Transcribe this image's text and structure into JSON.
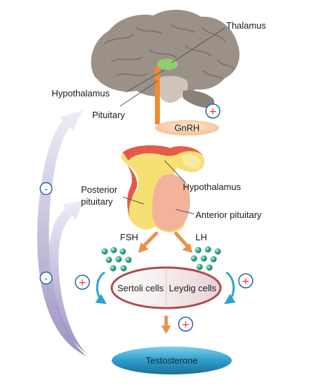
{
  "labels": {
    "thalamus": "Thalamus",
    "hypothalamus_brain": "Hypothalamus",
    "pituitary_brain": "Pituitary",
    "gnrh": "GnRH",
    "hypothalamus_gland": "Hypothalamus",
    "posterior_pituitary": "Posterior pituitary",
    "anterior_pituitary": "Anterior pituitary",
    "fsh": "FSH",
    "lh": "LH",
    "sertoli_cells": "Sertoli cells",
    "leydig_cells": "Leydig cells",
    "testosterone": "Testosterone"
  },
  "signs": {
    "plus": "+",
    "minus": "-"
  },
  "colors": {
    "brain": "#9b9189",
    "brain_shadow": "#7f766f",
    "thalamus_highlight": "#8fcf6e",
    "pituitary_stalk": "#f08a2c",
    "gnrh_pill": "#f8cfa6",
    "gland_yellow": "#f6df73",
    "gland_red": "#e45b4c",
    "anterior_pituitary": "#f2b39a",
    "arrow_orange": "#e9914b",
    "hormone_dots": "#3fb38e",
    "cell_outline": "#b04a4a",
    "testosterone": "#2f9dc9",
    "feedback_arrow": "#c3bcd8",
    "sign_circle": "#2a62a6",
    "plus_sign": "#e03b2a",
    "cycle_arrow": "#2ea3cd"
  },
  "icons": {
    "brain": "brain-illustration-icon",
    "pituitary": "pituitary-gland-icon",
    "hormone": "hormone-dot-icon"
  }
}
